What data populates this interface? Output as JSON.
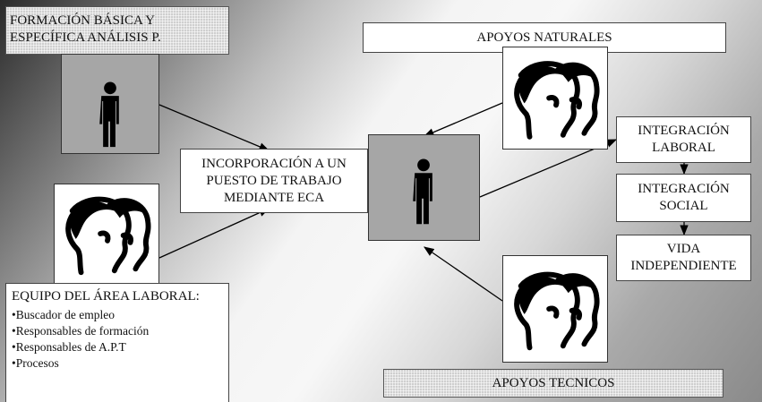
{
  "formacion": {
    "text": "FORMACIÓN BÁSICA Y ESPECÍFICA  ANÁLISIS P."
  },
  "apoyos_naturales": {
    "text": "APOYOS NATURALES"
  },
  "incorporacion": {
    "text": "INCORPORACIÓN A UN PUESTO DE TRABAJO MEDIANTE  ECA"
  },
  "outcomes": [
    {
      "text": "INTEGRACIÓN LABORAL"
    },
    {
      "text": "INTEGRACIÓN SOCIAL"
    },
    {
      "text": "VIDA INDEPENDIENTE"
    }
  ],
  "equipo": {
    "title": "EQUIPO DEL ÁREA LABORAL:",
    "items": [
      "Buscador de empleo",
      "Responsables de formación",
      "Responsables de A.P.T",
      "Procesos"
    ]
  },
  "apoyos_tecnicos": {
    "text": "APOYOS TECNICOS"
  },
  "icons": [
    "person-icon",
    "faces-icon"
  ],
  "colors": {
    "figure_box": "#a6a6a6",
    "ink": "#000000"
  }
}
